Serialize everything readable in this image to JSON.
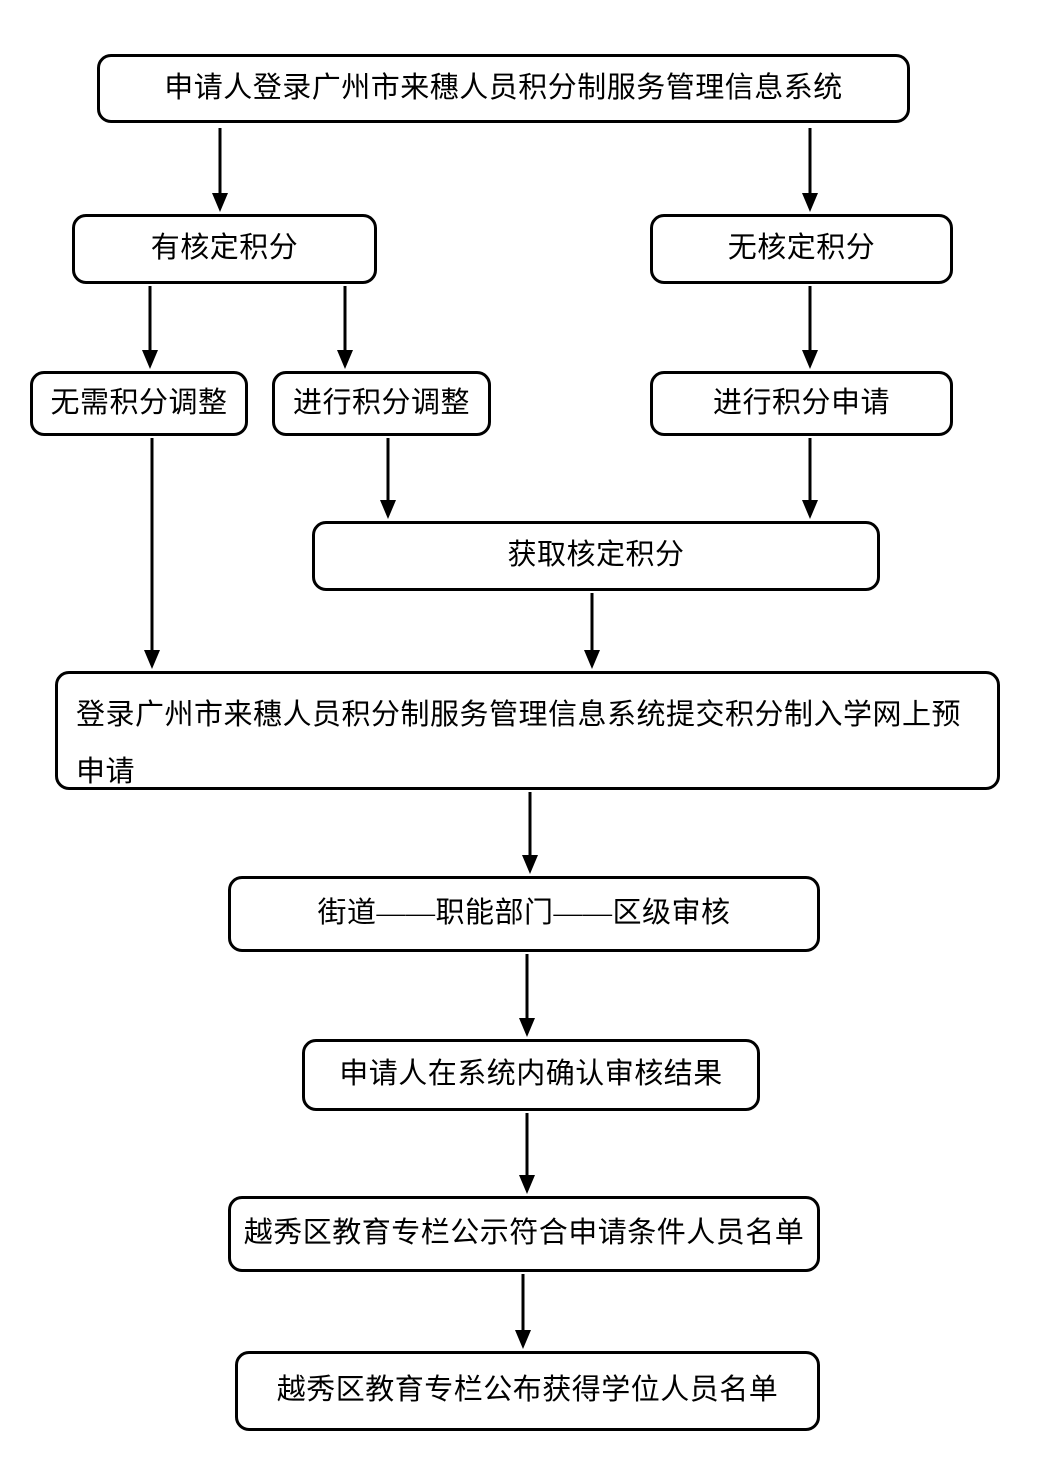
{
  "diagram": {
    "type": "flowchart",
    "colors": {
      "stroke": "#000000",
      "background": "#ffffff",
      "text": "#000000"
    },
    "nodes": {
      "login": {
        "label": "申请人登录广州市来穗人员积分制服务管理信息系统"
      },
      "has_points": {
        "label": "有核定积分"
      },
      "no_points": {
        "label": "无核定积分"
      },
      "no_adjust": {
        "label": "无需积分调整"
      },
      "do_adjust": {
        "label": "进行积分调整"
      },
      "do_apply": {
        "label": "进行积分申请"
      },
      "get_points": {
        "label": "获取核定积分"
      },
      "submit": {
        "label": "登录广州市来穗人员积分制服务管理信息系统提交积分制入学网上预申请"
      },
      "review": {
        "label": "街道——职能部门——区级审核"
      },
      "confirm": {
        "label": "申请人在系统内确认审核结果"
      },
      "shortlist": {
        "label": "越秀区教育专栏公示符合申请条件人员名单"
      },
      "final_list": {
        "label": "越秀区教育专栏公布获得学位人员名单"
      }
    },
    "edges": [
      {
        "from": "login",
        "to": "has_points"
      },
      {
        "from": "login",
        "to": "no_points"
      },
      {
        "from": "has_points",
        "to": "no_adjust"
      },
      {
        "from": "has_points",
        "to": "do_adjust"
      },
      {
        "from": "no_points",
        "to": "do_apply"
      },
      {
        "from": "do_adjust",
        "to": "get_points"
      },
      {
        "from": "do_apply",
        "to": "get_points"
      },
      {
        "from": "no_adjust",
        "to": "submit"
      },
      {
        "from": "get_points",
        "to": "submit"
      },
      {
        "from": "submit",
        "to": "review"
      },
      {
        "from": "review",
        "to": "confirm"
      },
      {
        "from": "confirm",
        "to": "shortlist"
      },
      {
        "from": "shortlist",
        "to": "final_list"
      }
    ]
  }
}
